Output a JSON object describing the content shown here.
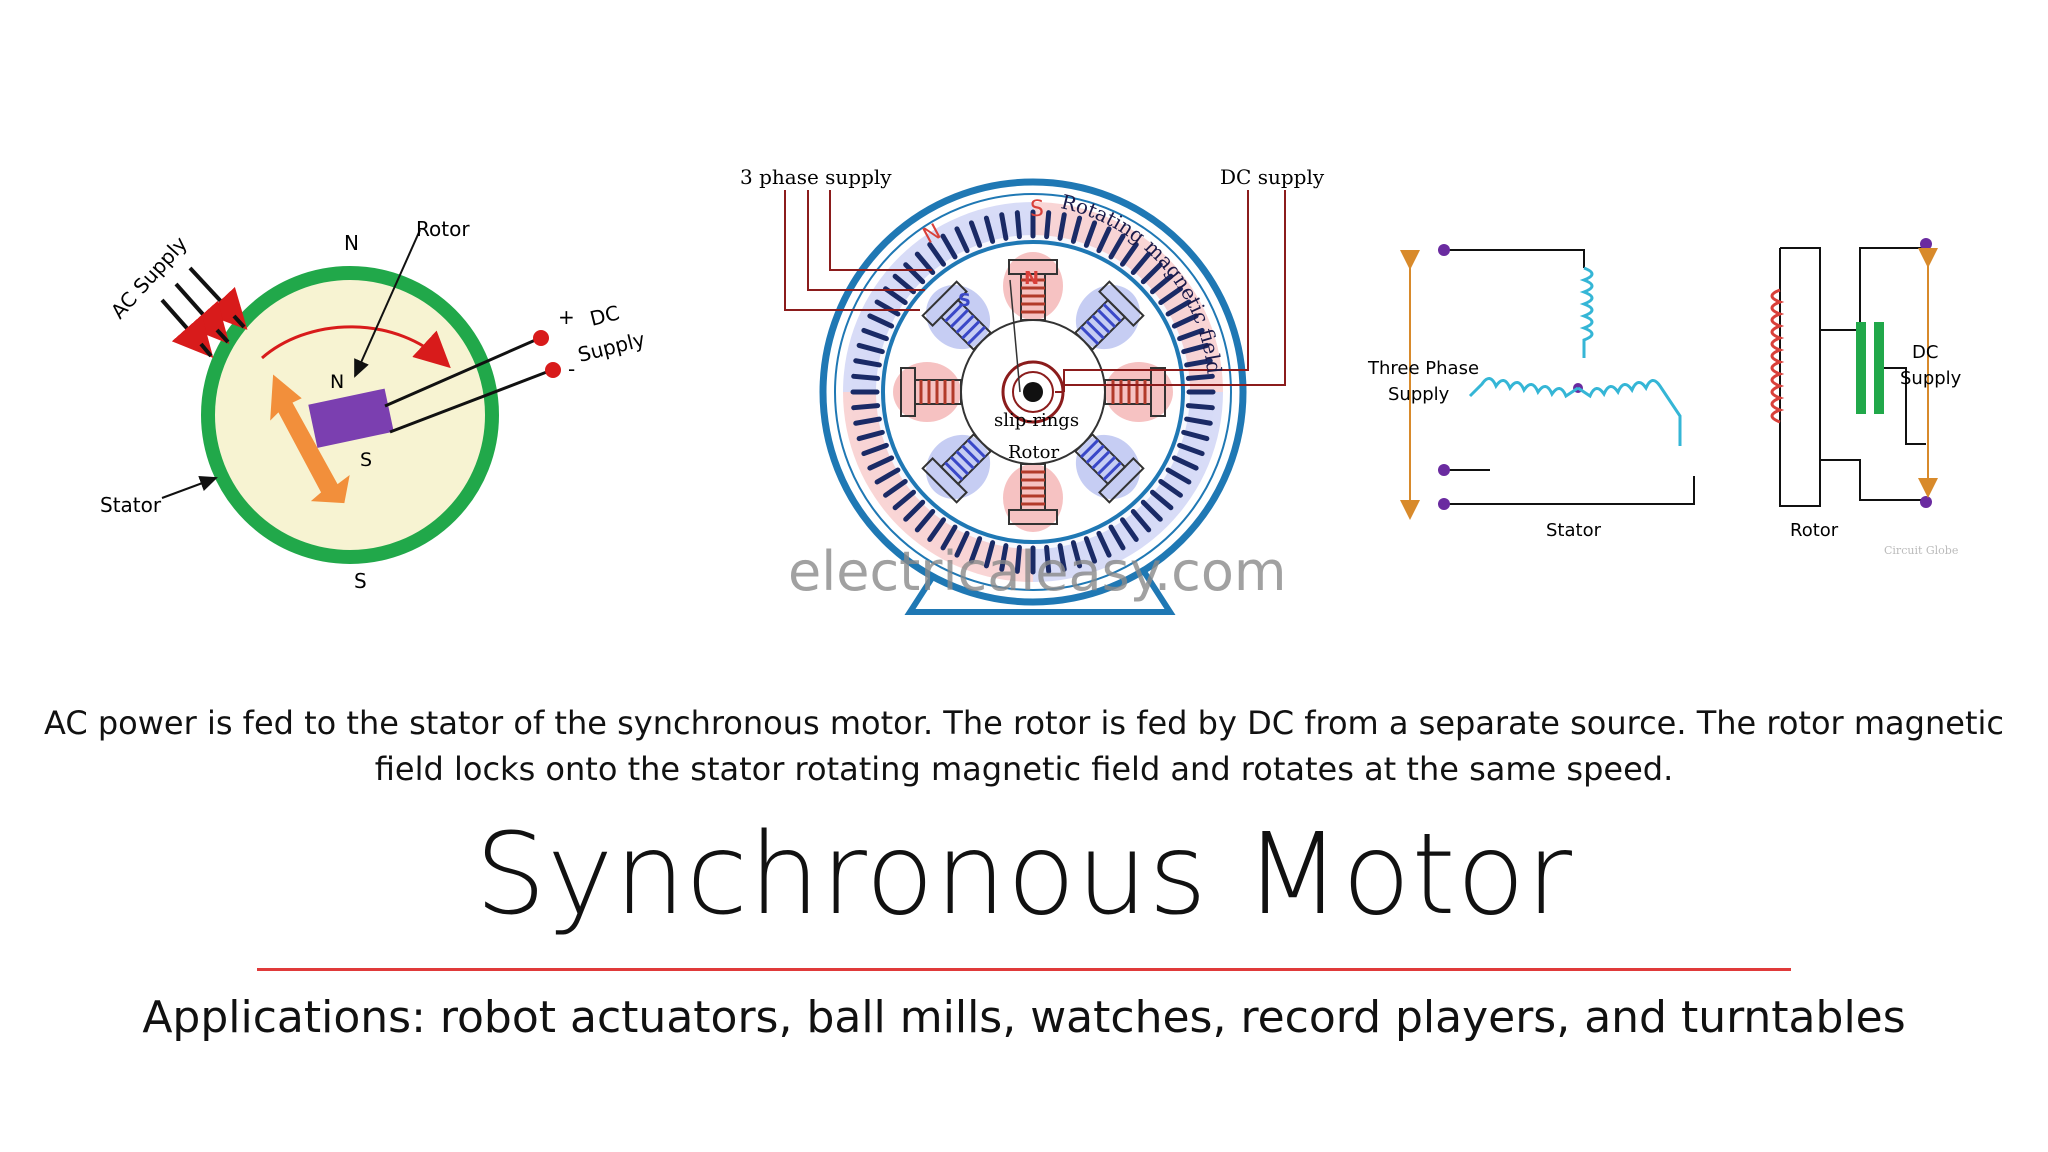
{
  "colors": {
    "stator_ring": "#21a84a",
    "rotor_face": "#f7f3d2",
    "magnet": "#7b3fb0",
    "arrow_orange": "#f28f3b",
    "supply_red": "#d81b1b",
    "frame_blue": "#1f78b4",
    "winding_cyan": "#35b6d6",
    "winding_red": "#d9403a",
    "rule_red": "#e03a3a",
    "terminal_purple": "#6a2ba0",
    "orange_line": "#d88a2b"
  },
  "diagram1": {
    "ac_supply": "AC Supply",
    "rotor": "Rotor",
    "pole_n_top": "N",
    "pole_s_bottom": "S",
    "rotor_n": "N",
    "rotor_s": "S",
    "plus": "+",
    "minus": "-",
    "dc": "DC",
    "supply": "Supply",
    "stator": "Stator"
  },
  "diagram2": {
    "three_phase_supply": "3 phase supply",
    "dc_supply": "DC supply",
    "rotating_field": "Rotating magnetic field",
    "slip_rings": "slip-rings",
    "rotor": "Rotor",
    "pole_n_outer": "N",
    "pole_s_outer": "S",
    "pole_n_inner": "N",
    "pole_s_inner": "S",
    "watermark": "electricaleasy.com"
  },
  "diagram3": {
    "three_phase_line1": "Three Phase",
    "three_phase_line2": "Supply",
    "dc_line1": "DC",
    "dc_line2": "Supply",
    "stator": "Stator",
    "rotor": "Rotor",
    "credit": "Circuit Globe"
  },
  "caption": {
    "line1": "AC power is fed to the stator of the synchronous motor. The rotor is fed by DC from a separate source. The rotor magnetic",
    "line2": "field locks onto the stator rotating magnetic field and rotates at the same speed."
  },
  "title": "Synchronous Motor",
  "applications": "Applications: robot actuators, ball mills, watches, record players, and turntables"
}
